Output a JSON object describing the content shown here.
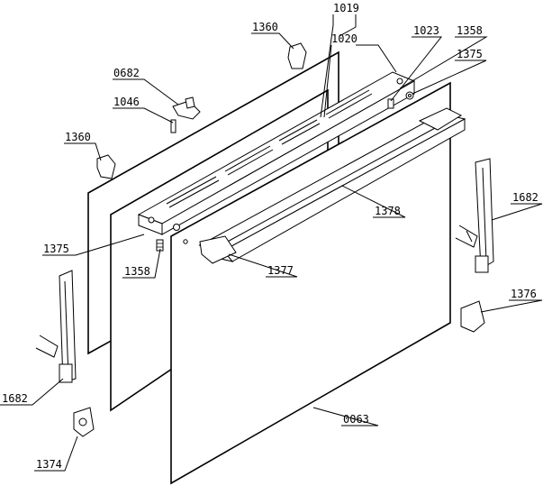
{
  "callouts": [
    {
      "id": "c1360a",
      "text": "1360"
    },
    {
      "id": "c1019",
      "text": "1019"
    },
    {
      "id": "c1020",
      "text": "1020"
    },
    {
      "id": "c1023",
      "text": "1023"
    },
    {
      "id": "c1358a",
      "text": "1358"
    },
    {
      "id": "c1375a",
      "text": "1375"
    },
    {
      "id": "c0682",
      "text": "0682"
    },
    {
      "id": "c1046",
      "text": "1046"
    },
    {
      "id": "c1360b",
      "text": "1360"
    },
    {
      "id": "c1682a",
      "text": "1682"
    },
    {
      "id": "c1378",
      "text": "1378"
    },
    {
      "id": "c1375b",
      "text": "1375"
    },
    {
      "id": "c1358b",
      "text": "1358"
    },
    {
      "id": "c1377",
      "text": "1377"
    },
    {
      "id": "c1376",
      "text": "1376"
    },
    {
      "id": "c1682b",
      "text": "1682"
    },
    {
      "id": "c0063",
      "text": "0063"
    },
    {
      "id": "c1374",
      "text": "1374"
    }
  ]
}
